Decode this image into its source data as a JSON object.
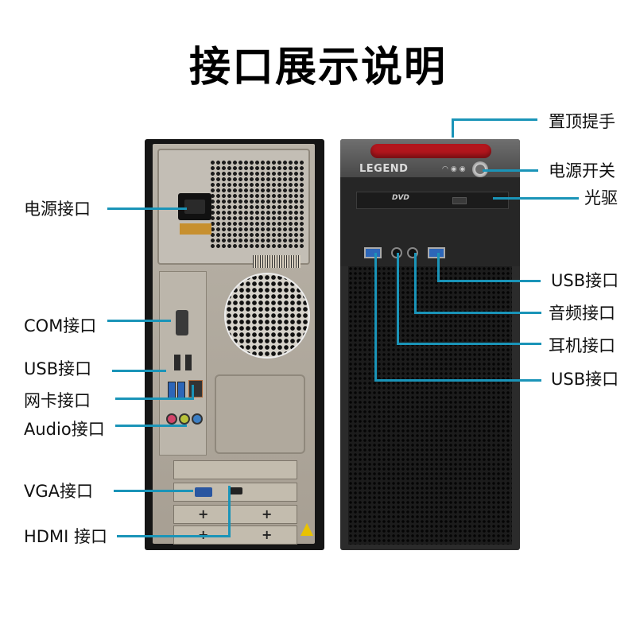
{
  "title": "接口展示说明",
  "accent_line_color": "#1a94b8",
  "rear_labels": {
    "power_port": "电源接口",
    "com_port": "COM接口",
    "usb_port": "USB接口",
    "lan_port": "网卡接口",
    "audio_port": "Audio接口",
    "vga_port": "VGA接口",
    "hdmi_port": "HDMI 接口"
  },
  "front_labels": {
    "top_handle": "置顶提手",
    "power_switch": "电源开关",
    "optical_drive": "光驱",
    "usb_port_right": "USB接口",
    "audio_port": "音频接口",
    "headphone_port": "耳机接口",
    "usb_port_left": "USB接口"
  },
  "front_panel": {
    "brand": "LEGEND",
    "drive_logo": "DVD",
    "handle_color": "#b3161d"
  }
}
